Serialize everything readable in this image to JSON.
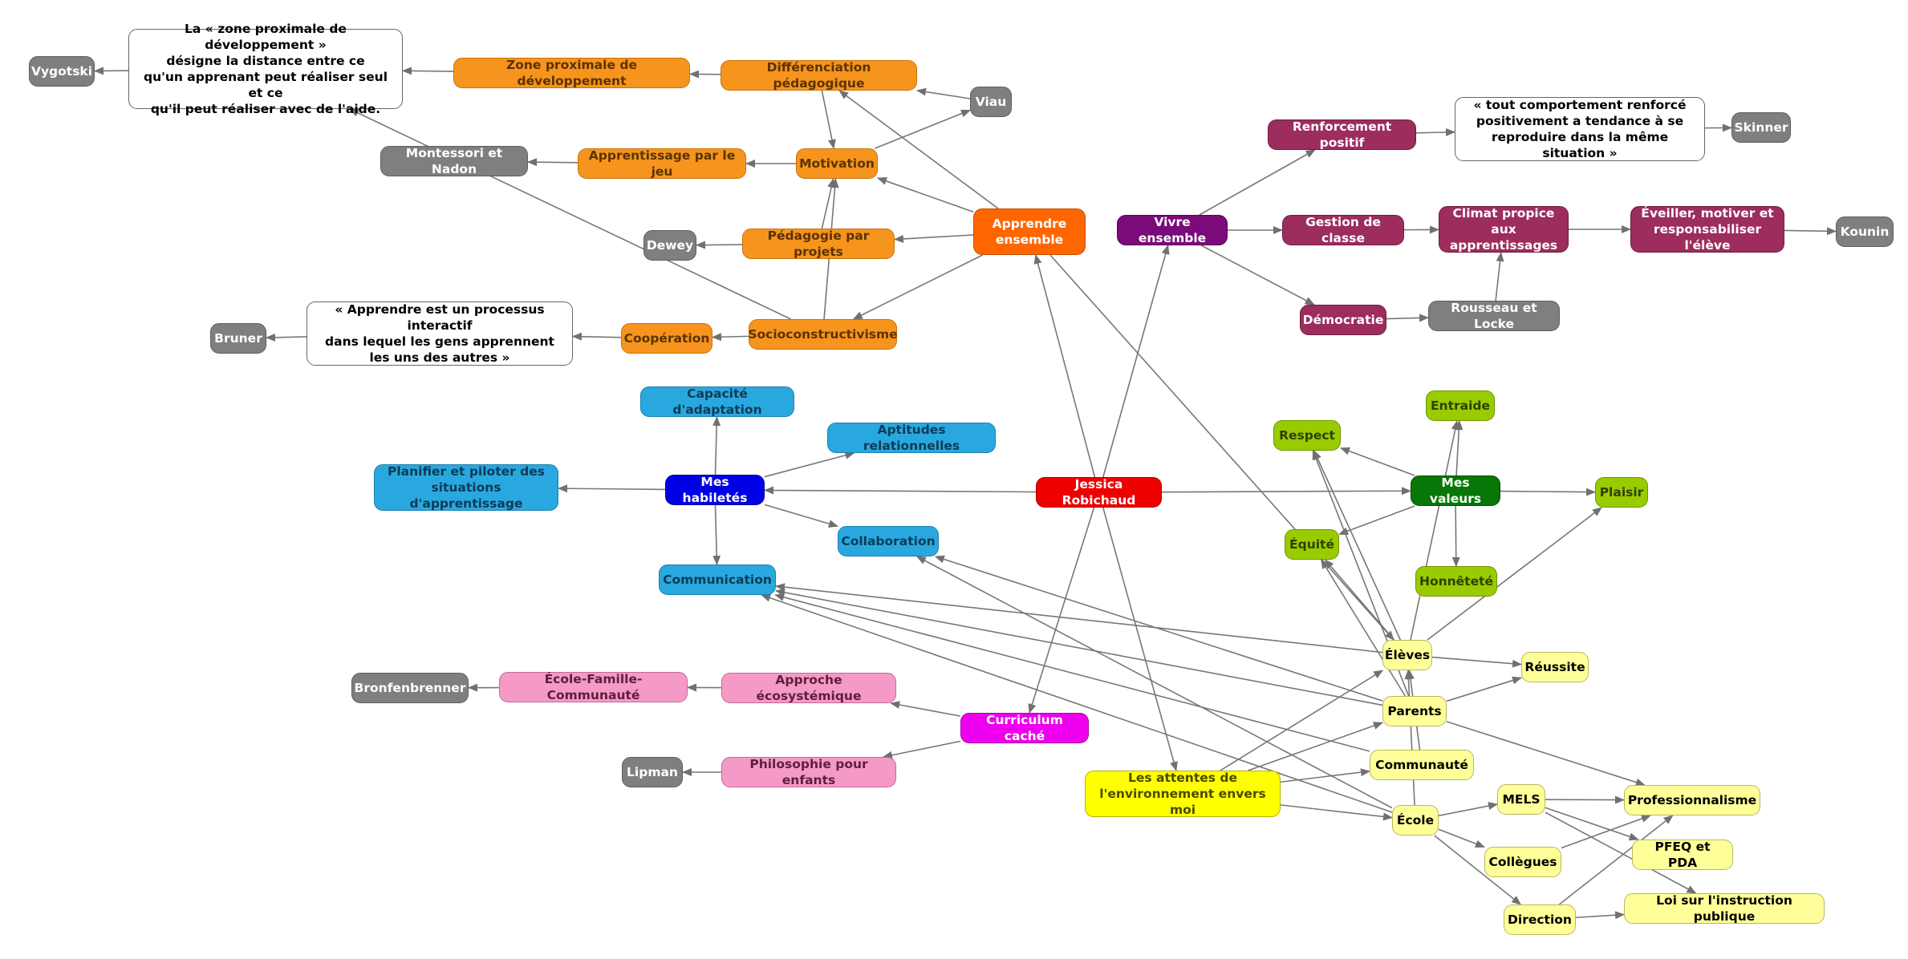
{
  "nodes": [
    {
      "id": "vygotski",
      "label": "Vygotski",
      "color": "gray"
    },
    {
      "id": "zpd_def",
      "label": "La « zone proximale de développement »\ndésigne la distance entre ce\nqu'un apprenant peut réaliser seul et ce\nqu'il peut réaliser avec de l'aide.",
      "color": "white"
    },
    {
      "id": "zpd",
      "label": "Zone proximale de développement",
      "color": "orange"
    },
    {
      "id": "diff",
      "label": "Différenciation pédagogique",
      "color": "orange"
    },
    {
      "id": "viau",
      "label": "Viau",
      "color": "gray"
    },
    {
      "id": "montessori",
      "label": "Montessori et Nadon",
      "color": "gray"
    },
    {
      "id": "jeu",
      "label": "Apprentissage par le jeu",
      "color": "orange"
    },
    {
      "id": "motivation",
      "label": "Motivation",
      "color": "orange"
    },
    {
      "id": "dewey",
      "label": "Dewey",
      "color": "gray"
    },
    {
      "id": "projets",
      "label": "Pédagogie par projets",
      "color": "orange"
    },
    {
      "id": "apprendre",
      "label": "Apprendre\nensemble",
      "color": "orangeM"
    },
    {
      "id": "bruner",
      "label": "Bruner",
      "color": "gray"
    },
    {
      "id": "bruner_quote",
      "label": "« Apprendre est un processus interactif\ndans lequel les gens apprennent\nles uns des autres »",
      "color": "white"
    },
    {
      "id": "cooperation",
      "label": "Coopération",
      "color": "orange"
    },
    {
      "id": "socio",
      "label": "Socioconstructivisme",
      "color": "orange"
    },
    {
      "id": "vivre",
      "label": "Vivre ensemble",
      "color": "purple"
    },
    {
      "id": "renforcement",
      "label": "Renforcement positif",
      "color": "plum"
    },
    {
      "id": "skinner_quote",
      "label": "« tout comportement renforcé\npositivement a tendance à se\nreproduire dans la même situation »",
      "color": "white"
    },
    {
      "id": "skinner",
      "label": "Skinner",
      "color": "gray"
    },
    {
      "id": "gestion",
      "label": "Gestion de classe",
      "color": "plum"
    },
    {
      "id": "climat",
      "label": "Climat propice aux\napprentissages",
      "color": "plum"
    },
    {
      "id": "eveiller",
      "label": "Éveiller, motiver et\nresponsabiliser l'élève",
      "color": "plum"
    },
    {
      "id": "kounin",
      "label": "Kounin",
      "color": "gray"
    },
    {
      "id": "democratie",
      "label": "Démocratie",
      "color": "plum"
    },
    {
      "id": "rousseau",
      "label": "Rousseau et Locke",
      "color": "gray"
    },
    {
      "id": "entraide",
      "label": "Entraide",
      "color": "lime"
    },
    {
      "id": "respect",
      "label": "Respect",
      "color": "lime"
    },
    {
      "id": "valeurs",
      "label": "Mes valeurs",
      "color": "green"
    },
    {
      "id": "plaisir",
      "label": "Plaisir",
      "color": "lime"
    },
    {
      "id": "equite",
      "label": "Équité",
      "color": "lime"
    },
    {
      "id": "honnetete",
      "label": "Honnêteté",
      "color": "lime"
    },
    {
      "id": "capacite",
      "label": "Capacité d'adaptation",
      "color": "cyan"
    },
    {
      "id": "aptitudes",
      "label": "Aptitudes relationnelles",
      "color": "cyan"
    },
    {
      "id": "planifier",
      "label": "Planifier et piloter des\nsituations d'apprentissage",
      "color": "cyan"
    },
    {
      "id": "habiletes",
      "label": "Mes habiletés",
      "color": "blue"
    },
    {
      "id": "jessica",
      "label": "Jessica Robichaud",
      "color": "red"
    },
    {
      "id": "collaboration",
      "label": "Collaboration",
      "color": "cyan"
    },
    {
      "id": "communication",
      "label": "Communication",
      "color": "cyan"
    },
    {
      "id": "eleves",
      "label": "Élèves",
      "color": "yellowL"
    },
    {
      "id": "reussite",
      "label": "Réussite",
      "color": "yellowL"
    },
    {
      "id": "parents",
      "label": "Parents",
      "color": "yellowL"
    },
    {
      "id": "bronfenbrenner",
      "label": "Bronfenbrenner",
      "color": "gray"
    },
    {
      "id": "efc",
      "label": "École-Famille-Communauté",
      "color": "pink"
    },
    {
      "id": "ecosys",
      "label": "Approche écosystémique",
      "color": "pink"
    },
    {
      "id": "curriculum",
      "label": "Curriculum caché",
      "color": "magenta"
    },
    {
      "id": "communaute",
      "label": "Communauté",
      "color": "yellowL"
    },
    {
      "id": "lipman",
      "label": "Lipman",
      "color": "gray"
    },
    {
      "id": "philo",
      "label": "Philosophie pour enfants",
      "color": "pink"
    },
    {
      "id": "attentes",
      "label": "Les attentes de\nl'environnement envers moi",
      "color": "yellowM"
    },
    {
      "id": "mels",
      "label": "MELS",
      "color": "yellowL"
    },
    {
      "id": "profess",
      "label": "Professionnalisme",
      "color": "yellowL"
    },
    {
      "id": "ecole",
      "label": "École",
      "color": "yellowL"
    },
    {
      "id": "pfeq",
      "label": "PFEQ et PDA",
      "color": "yellowL"
    },
    {
      "id": "collegues",
      "label": "Collègues",
      "color": "yellowL"
    },
    {
      "id": "loi",
      "label": "Loi sur l'instruction publique",
      "color": "yellowL"
    },
    {
      "id": "direction",
      "label": "Direction",
      "color": "yellowL"
    }
  ],
  "edges": [
    [
      "jessica",
      "apprendre"
    ],
    [
      "jessica",
      "vivre"
    ],
    [
      "jessica",
      "valeurs"
    ],
    [
      "jessica",
      "habiletes"
    ],
    [
      "jessica",
      "curriculum"
    ],
    [
      "jessica",
      "attentes"
    ],
    [
      "apprendre",
      "diff"
    ],
    [
      "apprendre",
      "motivation"
    ],
    [
      "apprendre",
      "projets"
    ],
    [
      "apprendre",
      "socio"
    ],
    [
      "apprendre",
      "eleves"
    ],
    [
      "viau",
      "diff"
    ],
    [
      "diff",
      "zpd"
    ],
    [
      "diff",
      "motivation"
    ],
    [
      "zpd",
      "zpd_def"
    ],
    [
      "zpd_def",
      "vygotski"
    ],
    [
      "motivation",
      "viau"
    ],
    [
      "motivation",
      "jeu"
    ],
    [
      "jeu",
      "montessori"
    ],
    [
      "projets",
      "motivation"
    ],
    [
      "projets",
      "dewey"
    ],
    [
      "socio",
      "motivation"
    ],
    [
      "socio",
      "cooperation"
    ],
    [
      "socio",
      "zpd_def"
    ],
    [
      "cooperation",
      "bruner_quote"
    ],
    [
      "bruner_quote",
      "bruner"
    ],
    [
      "vivre",
      "renforcement"
    ],
    [
      "vivre",
      "gestion"
    ],
    [
      "vivre",
      "democratie"
    ],
    [
      "renforcement",
      "skinner_quote"
    ],
    [
      "skinner_quote",
      "skinner"
    ],
    [
      "gestion",
      "climat"
    ],
    [
      "climat",
      "eveiller"
    ],
    [
      "eveiller",
      "kounin"
    ],
    [
      "democratie",
      "rousseau"
    ],
    [
      "rousseau",
      "climat"
    ],
    [
      "valeurs",
      "entraide"
    ],
    [
      "valeurs",
      "respect"
    ],
    [
      "valeurs",
      "plaisir"
    ],
    [
      "valeurs",
      "equite"
    ],
    [
      "valeurs",
      "honnetete"
    ],
    [
      "habiletes",
      "capacite"
    ],
    [
      "habiletes",
      "aptitudes"
    ],
    [
      "habiletes",
      "planifier"
    ],
    [
      "habiletes",
      "collaboration"
    ],
    [
      "habiletes",
      "communication"
    ],
    [
      "eleves",
      "communication"
    ],
    [
      "eleves",
      "reussite"
    ],
    [
      "eleves",
      "plaisir"
    ],
    [
      "eleves",
      "respect"
    ],
    [
      "eleves",
      "equite"
    ],
    [
      "eleves",
      "entraide"
    ],
    [
      "parents",
      "communication"
    ],
    [
      "parents",
      "collaboration"
    ],
    [
      "parents",
      "reussite"
    ],
    [
      "parents",
      "profess"
    ],
    [
      "parents",
      "respect"
    ],
    [
      "parents",
      "equite"
    ],
    [
      "communaute",
      "communication"
    ],
    [
      "communaute",
      "eleves"
    ],
    [
      "ecole",
      "communication"
    ],
    [
      "ecole",
      "collaboration"
    ],
    [
      "ecole",
      "mels"
    ],
    [
      "ecole",
      "collegues"
    ],
    [
      "ecole",
      "direction"
    ],
    [
      "ecole",
      "eleves"
    ],
    [
      "curriculum",
      "ecosys"
    ],
    [
      "curriculum",
      "philo"
    ],
    [
      "ecosys",
      "efc"
    ],
    [
      "efc",
      "bronfenbrenner"
    ],
    [
      "philo",
      "lipman"
    ],
    [
      "attentes",
      "eleves"
    ],
    [
      "attentes",
      "parents"
    ],
    [
      "attentes",
      "communaute"
    ],
    [
      "attentes",
      "ecole"
    ],
    [
      "mels",
      "profess"
    ],
    [
      "mels",
      "pfeq"
    ],
    [
      "mels",
      "loi"
    ],
    [
      "collegues",
      "profess"
    ],
    [
      "direction",
      "profess"
    ],
    [
      "direction",
      "loi"
    ]
  ]
}
